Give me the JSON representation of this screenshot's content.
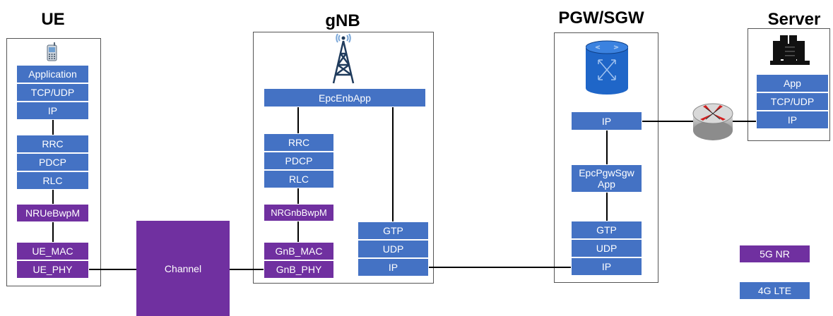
{
  "titles": {
    "ue": "UE",
    "gnb": "gNB",
    "pgw": "PGW/SGW",
    "server": "Server"
  },
  "ue": {
    "app_stack": [
      "Application",
      "TCP/UDP",
      "IP"
    ],
    "rrc_stack": [
      "RRC",
      "PDCP",
      "RLC"
    ],
    "bwpm": "NRUeBwpM",
    "mac_phy": [
      "UE_MAC",
      "UE_PHY"
    ]
  },
  "gnb": {
    "epc_app": "EpcEnbApp",
    "rrc_stack": [
      "RRC",
      "PDCP",
      "RLC"
    ],
    "bwpm": "NRGnbBwpM",
    "mac_phy": [
      "GnB_MAC",
      "GnB_PHY"
    ],
    "gtp_stack": [
      "GTP",
      "UDP",
      "IP"
    ]
  },
  "channel": "Channel",
  "pgw": {
    "ip_top": "IP",
    "app": "EpcPgwSgw App",
    "gtp_stack": [
      "GTP",
      "UDP",
      "IP"
    ]
  },
  "server": {
    "stack": [
      "App",
      "TCP/UDP",
      "IP"
    ]
  },
  "legend": {
    "nr": "5G NR",
    "lte": "4G LTE"
  },
  "colors": {
    "lte": "#4472c4",
    "nr": "#7030a0"
  },
  "icons": [
    "phone-icon",
    "antenna-tower-icon",
    "core-router-icon",
    "server-rack-icon",
    "router-icon"
  ]
}
